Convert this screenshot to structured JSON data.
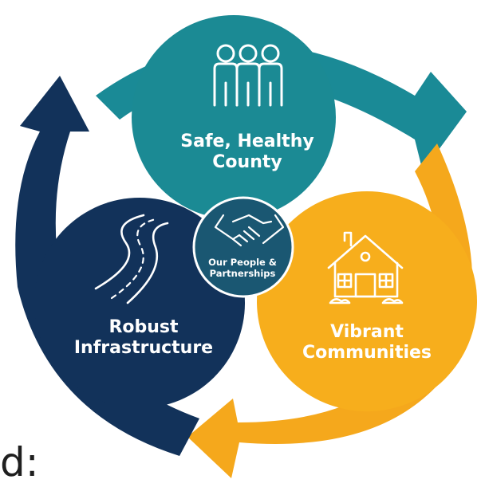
{
  "diagram": {
    "circles": {
      "safe": {
        "label_line1": "Safe, Healthy",
        "label_line2": "County",
        "color": "#1B8A94",
        "icon": "people-icon"
      },
      "robust": {
        "label_line1": "Robust",
        "label_line2": "Infrastructure",
        "color": "#12325A",
        "icon": "road-icon"
      },
      "vibrant": {
        "label_line1": "Vibrant",
        "label_line2": "Communities",
        "color": "#F7AE1C",
        "icon": "house-icon"
      },
      "center": {
        "label_line1": "Our People &",
        "label_line2": "Partnerships",
        "color": "#1A5772",
        "icon": "handshake-icon"
      }
    },
    "arrows": {
      "teal": "#1A8A96",
      "gold": "#F5A81C",
      "navy": "#12325A"
    }
  },
  "cut_off_text": "d:"
}
